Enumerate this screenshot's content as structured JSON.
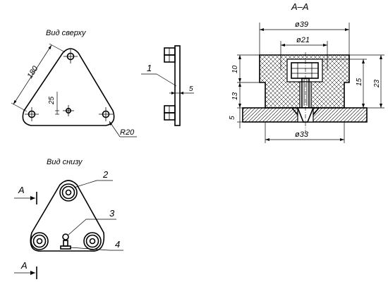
{
  "views": {
    "top_view_title": "Вид сверху",
    "bottom_view_title": "Вид снизу",
    "section_title": "А–А",
    "section_mark": "А"
  },
  "dimensions": {
    "side_length": "180",
    "hole_offset": "25",
    "corner_radius": "R20",
    "plate_thickness": "5",
    "outer_diameter": "ø39",
    "inner_diameter": "ø21",
    "base_diameter": "ø33",
    "upper_height": "10",
    "lower_height": "13",
    "base_height": "5",
    "bolt_height": "15",
    "total_height": "23"
  },
  "callouts": {
    "part1": "1",
    "part2": "2",
    "part3": "3",
    "part4": "4"
  }
}
